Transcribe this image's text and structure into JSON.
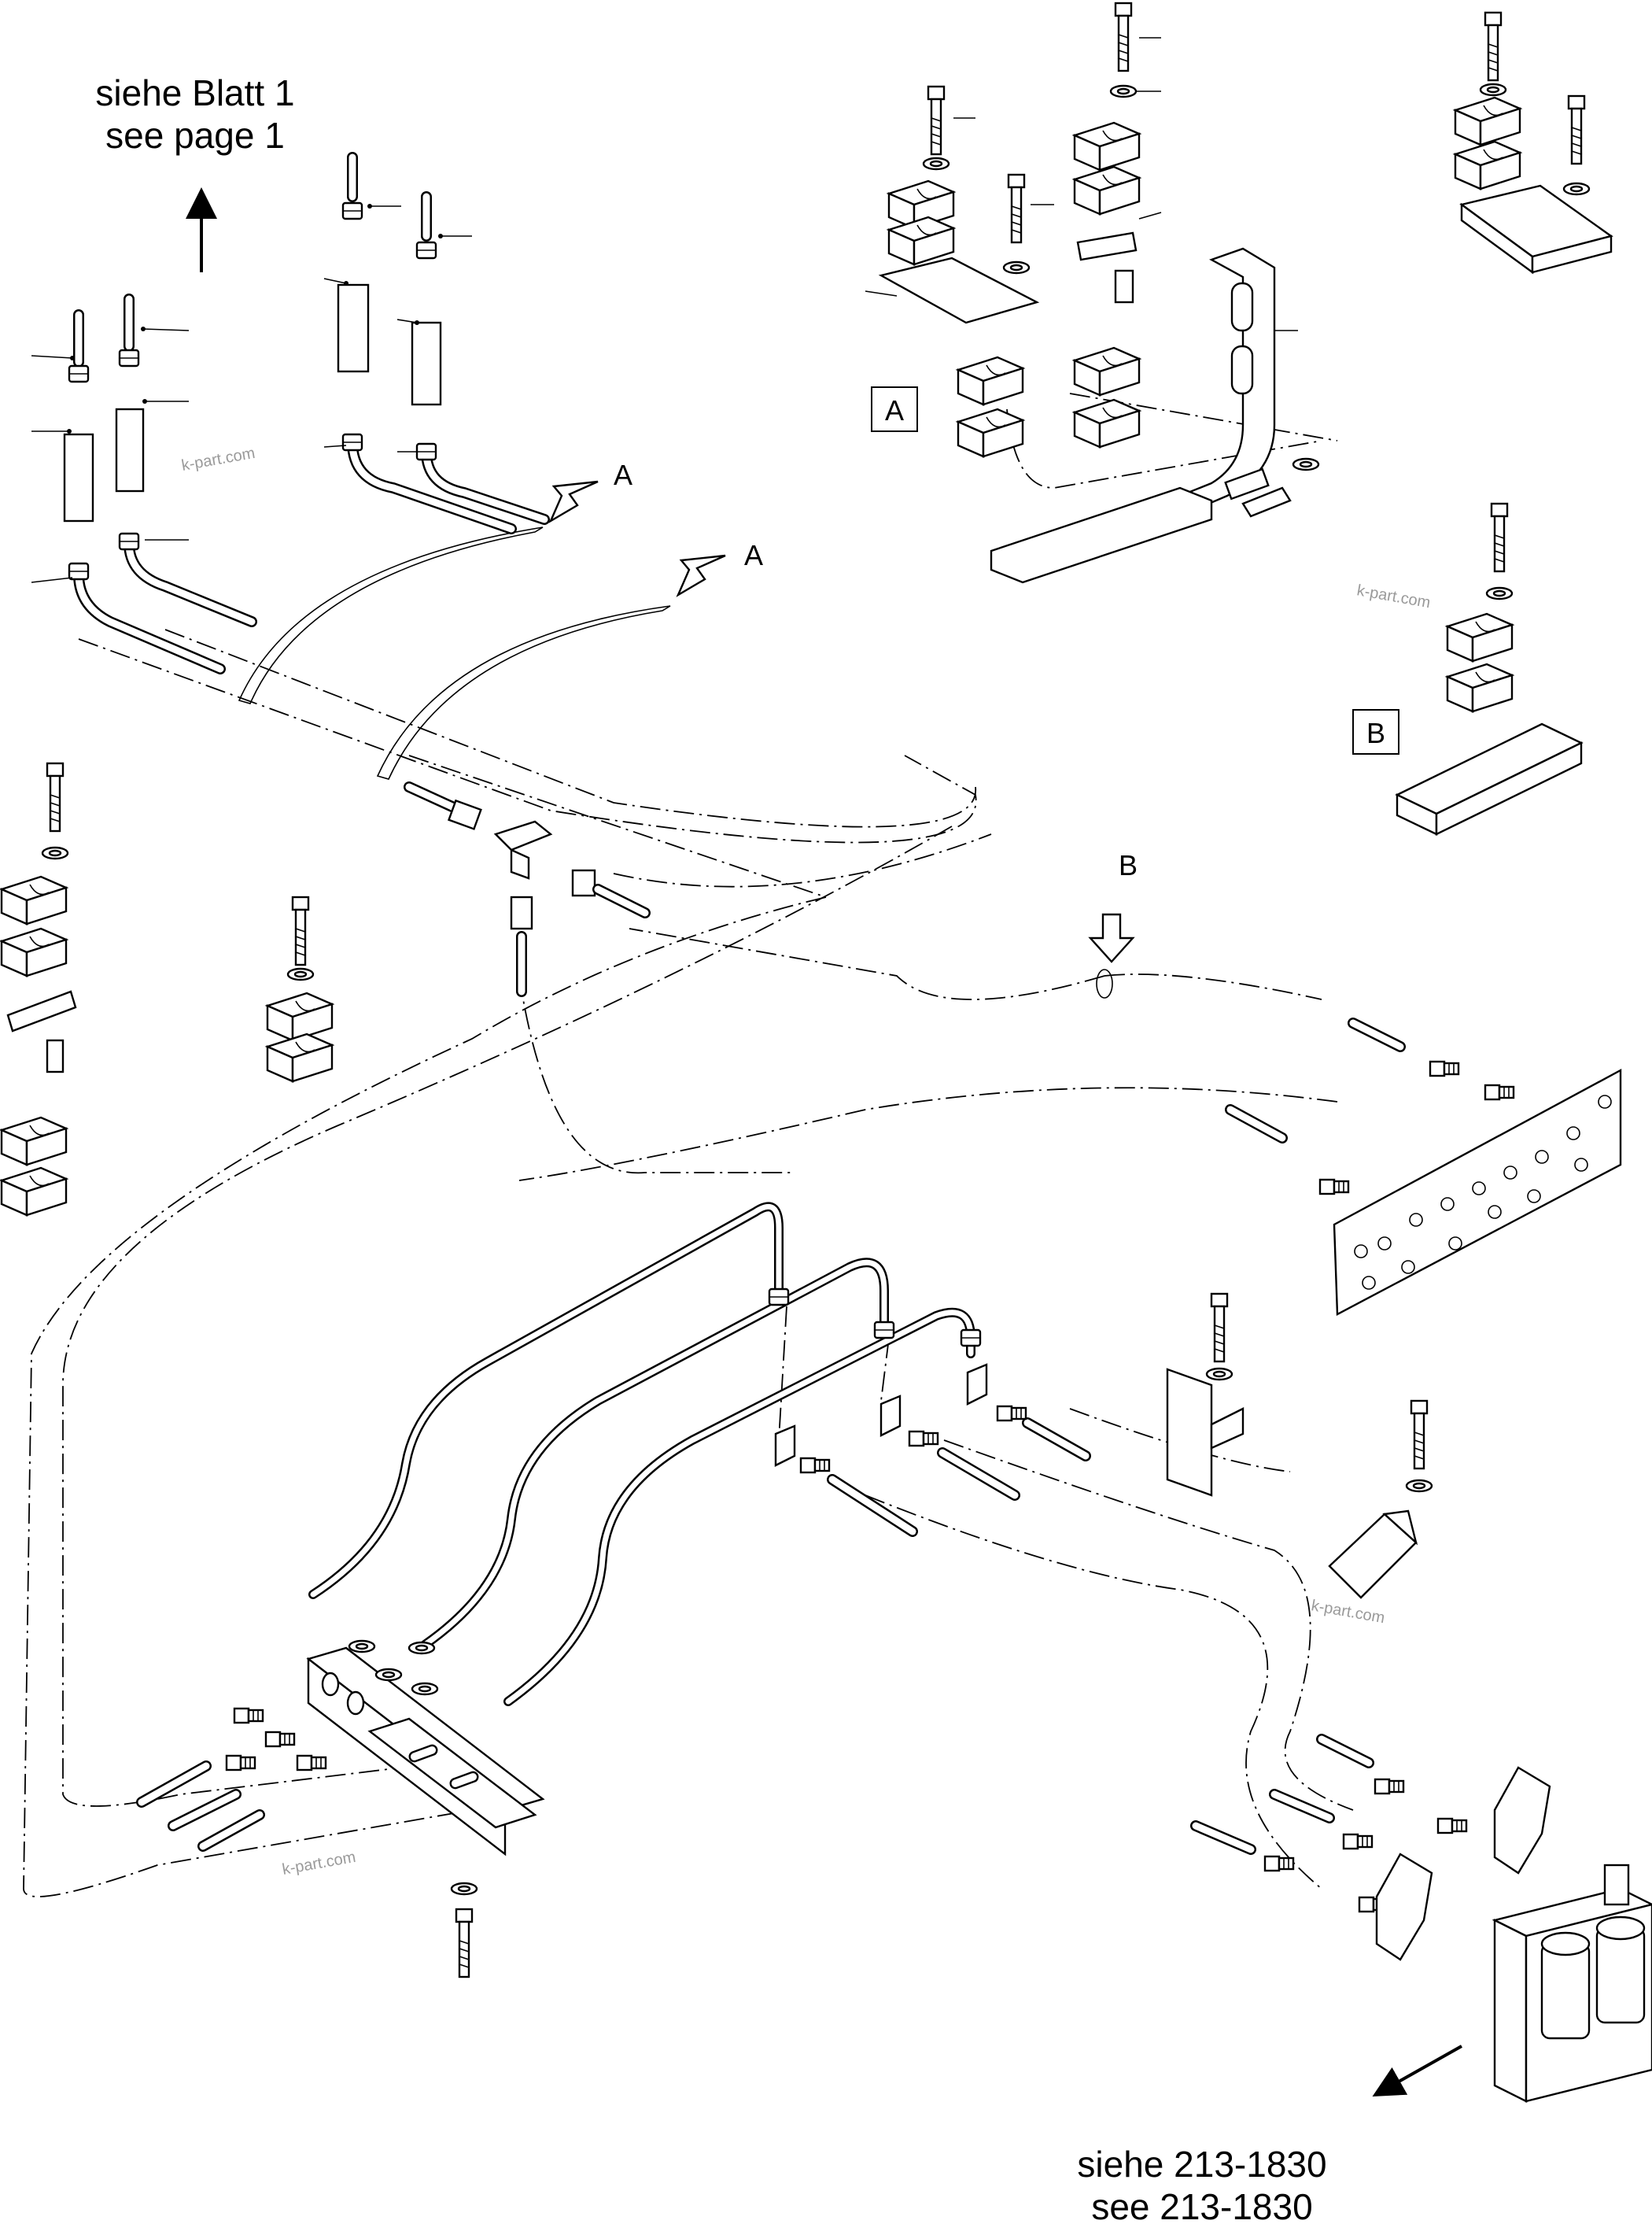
{
  "references": {
    "sheet1_de": "siehe Blatt 1",
    "sheet1_en": "see page 1",
    "next_de": "siehe 213-1830",
    "next_en": "see 213-1830"
  },
  "detail_labels": {
    "view_a_1": "A",
    "view_a_2": "A",
    "view_b": "B",
    "box_a": "A",
    "box_b": "B"
  },
  "watermarks": [
    "k-part.com",
    "k-part.com",
    "k-part.com",
    "k-part.com"
  ],
  "colors": {
    "line": "#000000",
    "watermark": "#9a9a9a",
    "background": "#ffffff"
  }
}
